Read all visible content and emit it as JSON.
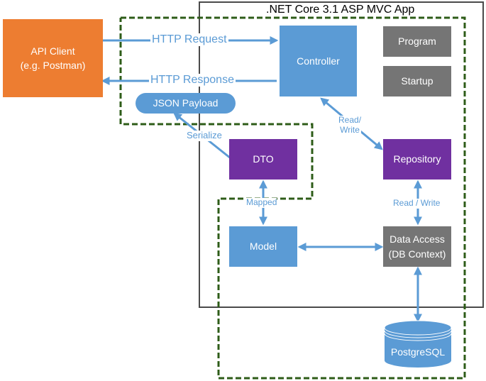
{
  "app": {
    "title": ".NET Core 3.1 ASP MVC App"
  },
  "nodes": {
    "api_client": {
      "line1": "API Client",
      "line2": "(e.g. Postman)"
    },
    "controller": "Controller",
    "program": "Program",
    "startup": "Startup",
    "json_payload": "JSON Payload",
    "dto": "DTO",
    "repository": "Repository",
    "model": "Model",
    "data_access": {
      "line1": "Data Access",
      "line2": "(DB Context)"
    },
    "postgresql": "PostgreSQL"
  },
  "edges": {
    "http_request": "HTTP Request",
    "http_response": "HTTP Response",
    "serialize": "Serialize",
    "controller_repository": {
      "line1": "Read/",
      "line2": "Write"
    },
    "repository_data_access": "Read / Write",
    "dto_model": "Mapped"
  },
  "colors": {
    "primary_blue": "#5b9bd5",
    "gray": "#757575",
    "purple": "#7030a0",
    "orange": "#ed7d31",
    "dashed_green": "#2e5c18",
    "app_border": "#4a4a4a"
  }
}
